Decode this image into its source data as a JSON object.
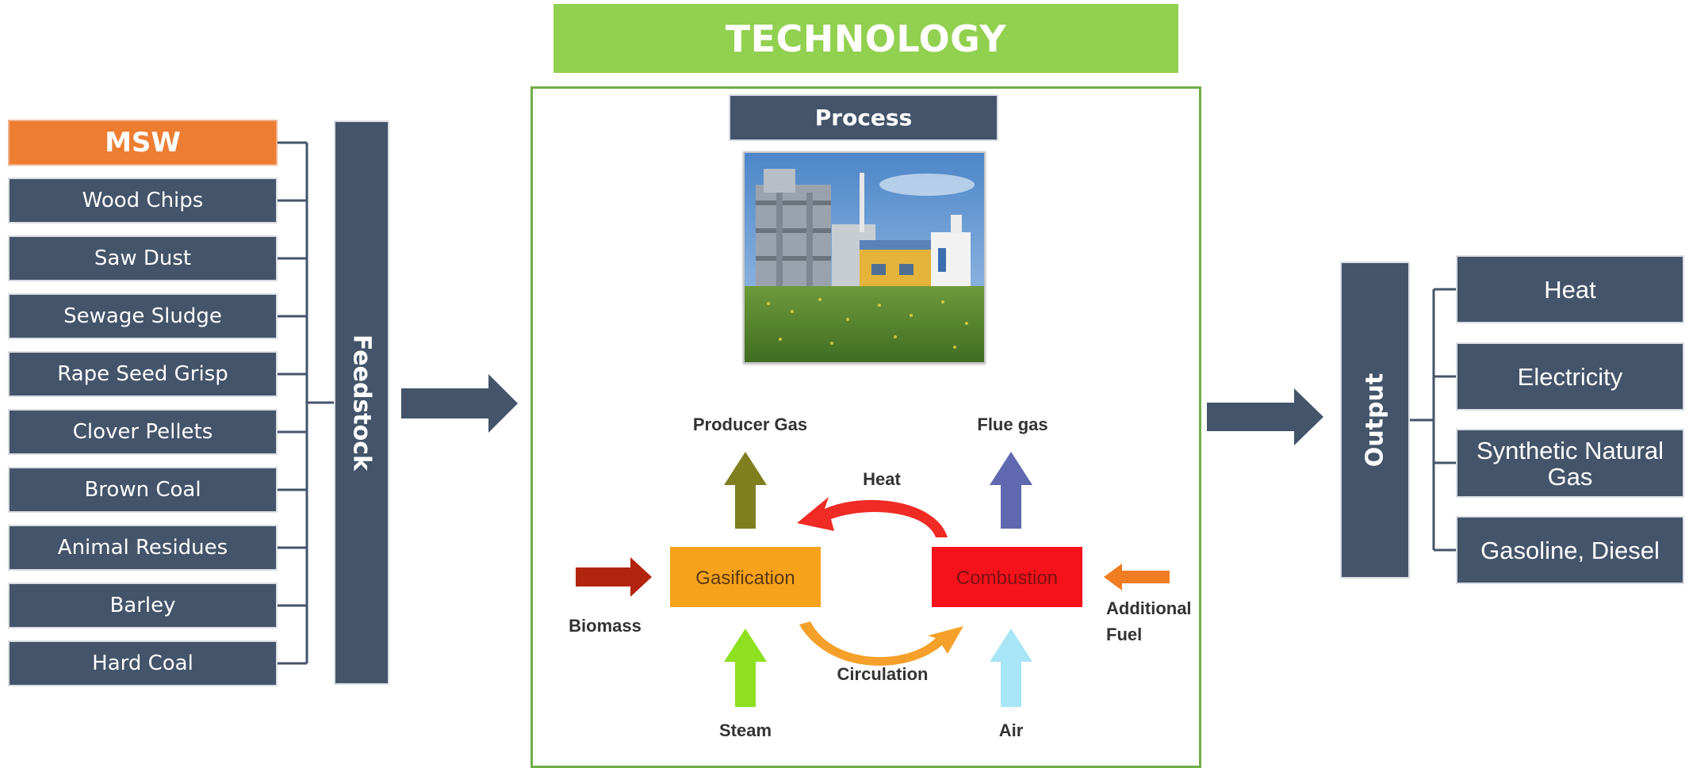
{
  "title": "TECHNOLOGY",
  "feedstock": {
    "label": "Feedstock",
    "items": [
      {
        "label": "MSW"
      },
      {
        "label": "Wood Chips"
      },
      {
        "label": "Saw Dust"
      },
      {
        "label": "Sewage Sludge"
      },
      {
        "label": "Rape Seed Grisp"
      },
      {
        "label": "Clover Pellets"
      },
      {
        "label": "Brown Coal"
      },
      {
        "label": "Animal Residues"
      },
      {
        "label": "Barley"
      },
      {
        "label": "Hard Coal"
      }
    ]
  },
  "technology": {
    "process_label": "Process",
    "diagram": {
      "gasification": "Gasification",
      "combustion": "Combustion",
      "producer_gas": "Producer Gas",
      "flue_gas": "Flue gas",
      "heat": "Heat",
      "biomass": "Biomass",
      "additional_fuel_1": "Additional",
      "additional_fuel_2": "Fuel",
      "circulation": "Circulation",
      "steam": "Steam",
      "air": "Air"
    }
  },
  "output": {
    "label": "Output",
    "items": [
      {
        "label": "Heat"
      },
      {
        "label": "Electricity"
      },
      {
        "label": "Synthetic Natural Gas"
      },
      {
        "label": "Gasoline, Diesel"
      }
    ]
  },
  "colors": {
    "banner": "#92d050",
    "box": "#44546a",
    "highlight": "#ed7d31",
    "frame": "#70ad47"
  }
}
